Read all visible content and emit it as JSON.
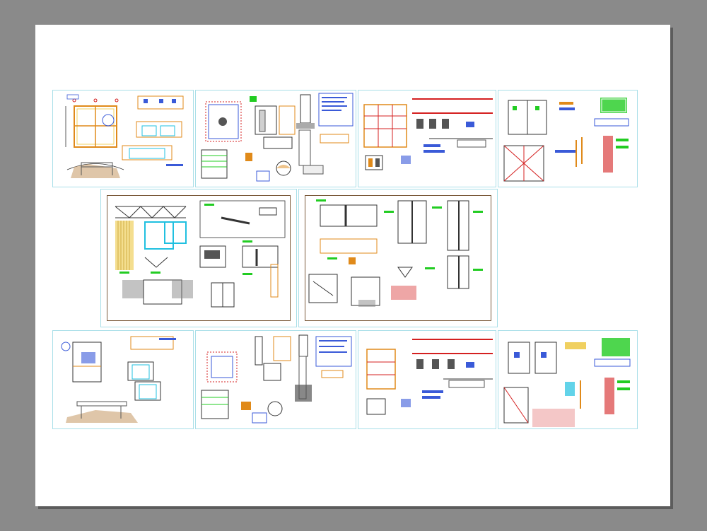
{
  "viewer": {
    "background": "#8a8a8a",
    "paper": "#ffffff"
  },
  "sheets": [
    {
      "id": "sheet-1",
      "row": 1,
      "kind": "architecture-plan-elevations"
    },
    {
      "id": "sheet-2",
      "row": 1,
      "kind": "foundation-details"
    },
    {
      "id": "sheet-3",
      "row": 1,
      "kind": "beam-structural-details"
    },
    {
      "id": "sheet-4",
      "row": 1,
      "kind": "electrical-installations"
    },
    {
      "id": "sheet-5",
      "row": 2,
      "kind": "roof-truss-details"
    },
    {
      "id": "sheet-6",
      "row": 2,
      "kind": "connection-details"
    },
    {
      "id": "sheet-7",
      "row": 3,
      "kind": "architecture-plan-elevations"
    },
    {
      "id": "sheet-8",
      "row": 3,
      "kind": "foundation-details"
    },
    {
      "id": "sheet-9",
      "row": 3,
      "kind": "beam-structural-details"
    },
    {
      "id": "sheet-10",
      "row": 3,
      "kind": "electrical-installations"
    }
  ],
  "colors": {
    "frame": "#a9dfe8",
    "label_green": "#22cc22",
    "label_blue": "#3a5ad8",
    "grid_red": "#d42020",
    "wall_orange": "#e08a1a",
    "wall_yellow": "#f0d060",
    "hatch": "#606060",
    "cyan": "#20c0e0"
  }
}
